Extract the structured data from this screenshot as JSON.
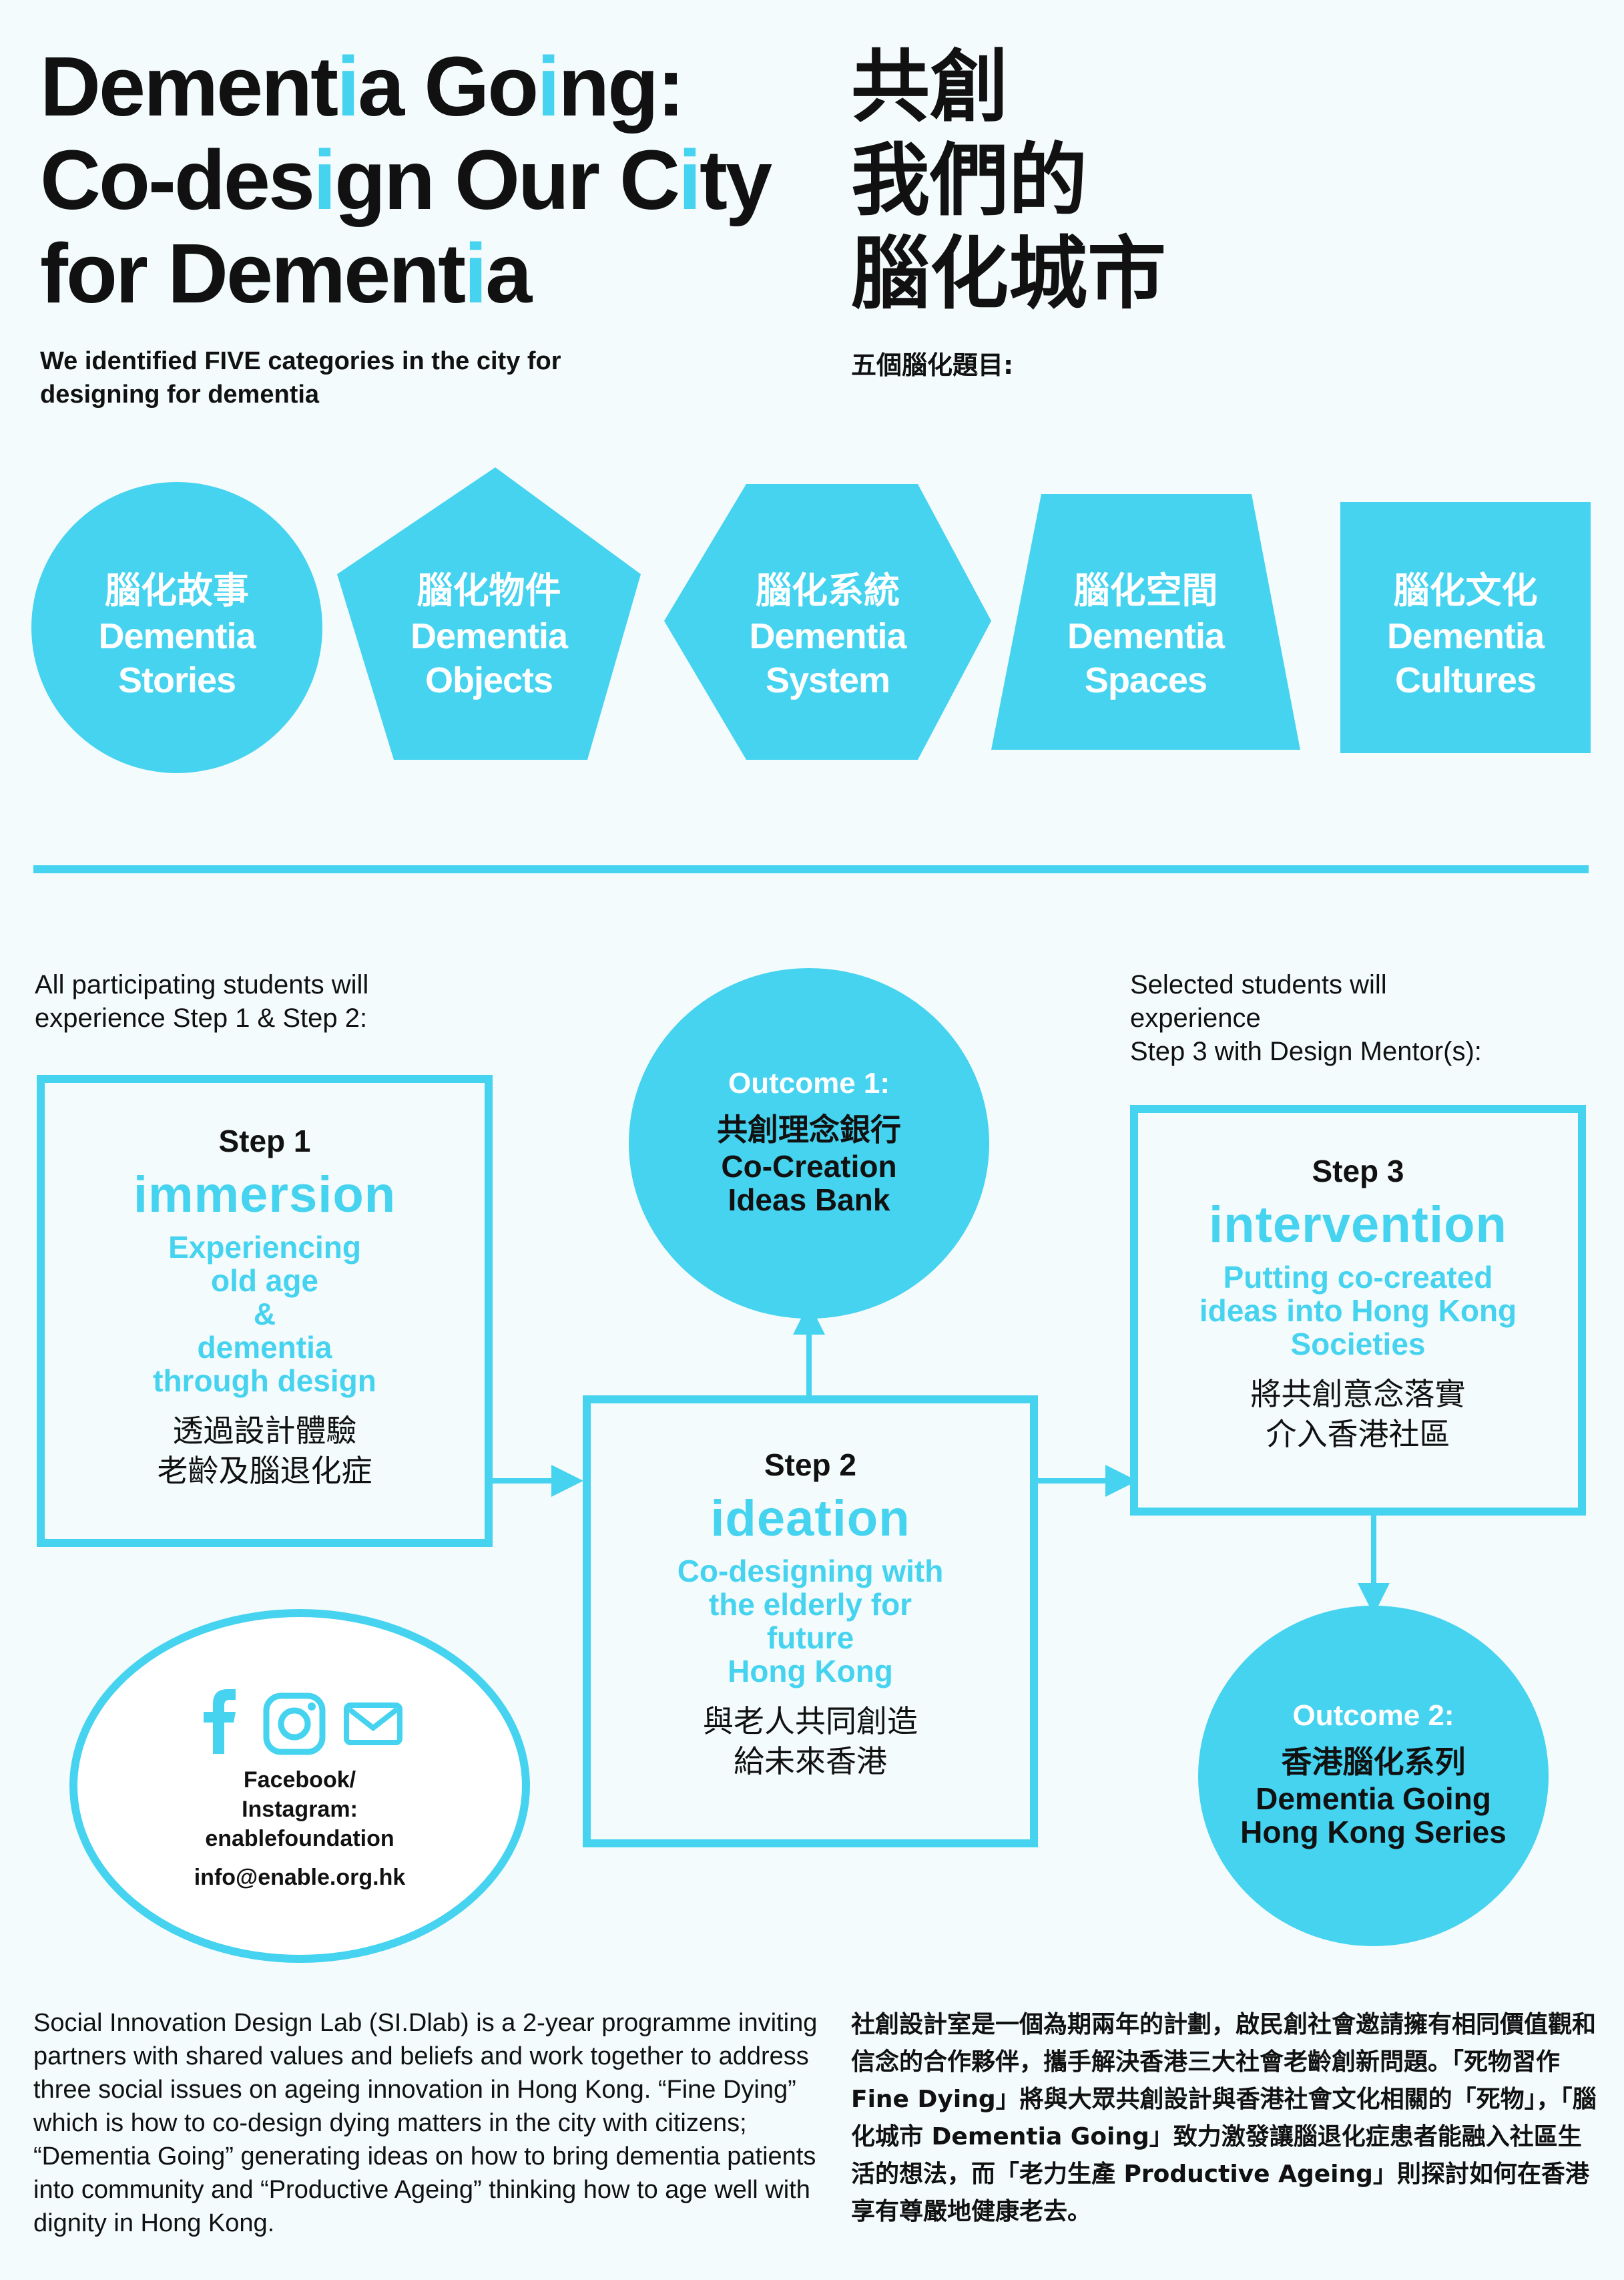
{
  "header": {
    "title_line1_a": "Dement",
    "title_line1_b": "i",
    "title_line1_c": "a Go",
    "title_line1_d": "i",
    "title_line1_e": "ng:",
    "title_line2_a": "Co-des",
    "title_line2_b": "i",
    "title_line2_c": "gn Our C",
    "title_line2_d": "i",
    "title_line2_e": "ty",
    "title_line3_a": "for Dement",
    "title_line3_b": "i",
    "title_line3_c": "a",
    "title_zh_1": "共創",
    "title_zh_2": "我們的",
    "title_zh_3": "腦化城市",
    "intro_en": "We identified FIVE categories in the city for designing for dementia",
    "intro_zh": "五個腦化題目:"
  },
  "categories": [
    {
      "zh": "腦化故事",
      "en1": "Dementia",
      "en2": "Stories",
      "shape": "circle"
    },
    {
      "zh": "腦化物件",
      "en1": "Dementia",
      "en2": "Objects",
      "shape": "pentagon"
    },
    {
      "zh": "腦化系統",
      "en1": "Dementia",
      "en2": "System",
      "shape": "hexagon"
    },
    {
      "zh": "腦化空間",
      "en1": "Dementia",
      "en2": "Spaces",
      "shape": "trapezoid"
    },
    {
      "zh": "腦化文化",
      "en1": "Dementia",
      "en2": "Cultures",
      "shape": "square"
    }
  ],
  "notes": {
    "left_1": "All participating students will",
    "left_2": "experience Step 1 & Step 2:",
    "right_1": "Selected students will",
    "right_2": "experience",
    "right_3": "Step 3 with Design Mentor(s):"
  },
  "steps": [
    {
      "num": "Step 1",
      "title": "immersion",
      "desc": [
        "Experiencing",
        "old age",
        "&",
        "dementia",
        "through design"
      ],
      "zh": [
        "透過設計體驗",
        "老齡及腦退化症"
      ]
    },
    {
      "num": "Step 2",
      "title": "ideation",
      "desc": [
        "Co-designing with",
        "the elderly for",
        "future",
        "Hong Kong"
      ],
      "zh": [
        "與老人共同創造",
        "給未來香港"
      ]
    },
    {
      "num": "Step 3",
      "title": "intervention",
      "desc": [
        "Putting co-created",
        "ideas into Hong Kong",
        "Societies"
      ],
      "zh": [
        "將共創意念落實",
        "介入香港社區"
      ]
    }
  ],
  "outcomes": [
    {
      "head": "Outcome 1:",
      "zh": "共創理念銀行",
      "en": [
        "Co-Creation",
        "Ideas Bank"
      ]
    },
    {
      "head": "Outcome 2:",
      "zh": "香港腦化系列",
      "en": [
        "Dementia Going",
        "Hong Kong Series"
      ]
    }
  ],
  "social": {
    "icons": [
      "facebook-icon",
      "instagram-icon",
      "mail-icon"
    ],
    "line1": "Facebook/",
    "line2": "Instagram:",
    "line3": "enablefoundation",
    "email": "info@enable.org.hk"
  },
  "footer": {
    "en": "Social Innovation Design Lab (SI.Dlab) is a 2-year programme inviting partners with shared values and beliefs and work together to address three social issues on ageing innovation in Hong Kong. “Fine Dying” which is how to co-design dying matters in the city with citizens; “Dementia Going” generating ideas on how to bring dementia patients into community and “Productive Ageing” thinking how to age well with dignity in Hong Kong.",
    "zh": "社創設計室是一個為期兩年的計劃，啟民創社會邀請擁有相同價值觀和信念的合作夥伴，攜手解決香港三大社會老齡創新問題。「死物習作 Fine Dying」將與大眾共創設計與香港社會文化相關的「死物」，「腦化城市 Dementia Going」致力激發讓腦退化症患者能融入社區生活的想法，而「老力生產 Productive Ageing」則探討如何在香港享有尊嚴地健康老去。"
  },
  "colors": {
    "accent": "#45d3f0",
    "text": "#111111",
    "background": "#f4fbfc"
  }
}
